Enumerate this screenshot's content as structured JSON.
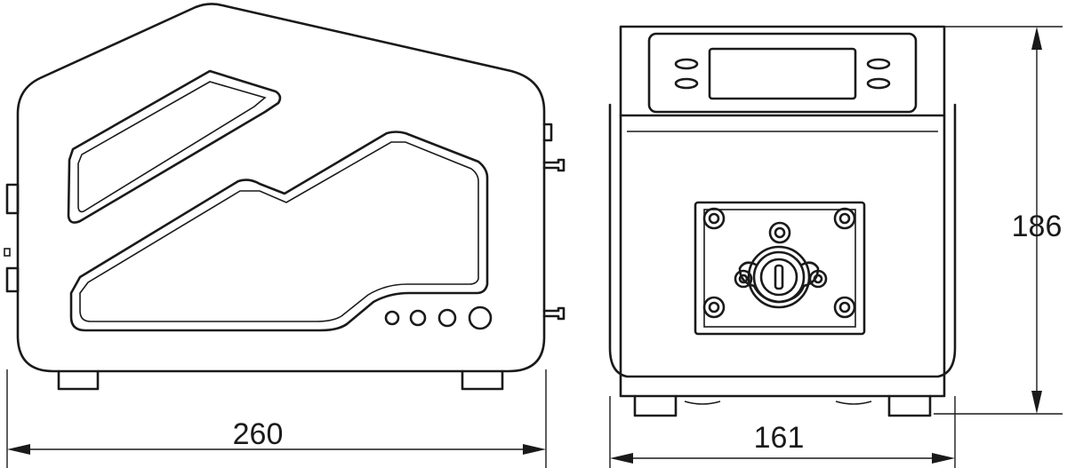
{
  "dimensions": {
    "width_side": "260",
    "width_front": "161",
    "height": "186"
  }
}
